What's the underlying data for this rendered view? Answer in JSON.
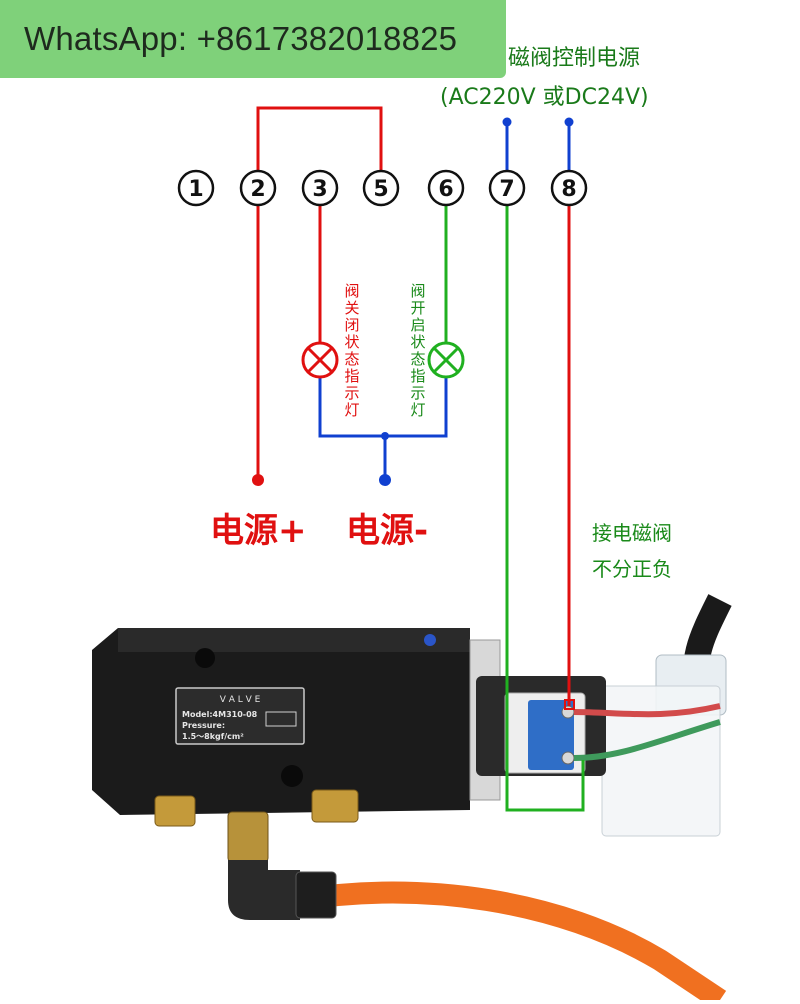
{
  "banner": {
    "text": "WhatsApp: +8617382018825"
  },
  "power_title": {
    "line1": "磁阀控制电源",
    "line2": "(AC220V 或DC24V)"
  },
  "terminals": [
    "1",
    "2",
    "3",
    "5",
    "6",
    "7",
    "8"
  ],
  "lamps": {
    "closed": {
      "label": "阀关闭状态指示灯"
    },
    "open": {
      "label": "阀开启状态指示灯"
    }
  },
  "supply": {
    "positive": "电源+",
    "negative": "电源-"
  },
  "coil_note": {
    "line1": "接电磁阀",
    "line2": "不分正负"
  },
  "valve": {
    "plate_brand": "V A L V E",
    "plate_model": "Model:4M310-08",
    "plate_pressure_label": "Pressure:",
    "plate_pressure_value": "1.5～8kgf/cm²"
  },
  "colors": {
    "red": "#e01010",
    "blue": "#1040d0",
    "green": "#20b020",
    "tube": "#f07020",
    "banner": "#7fd17a"
  }
}
